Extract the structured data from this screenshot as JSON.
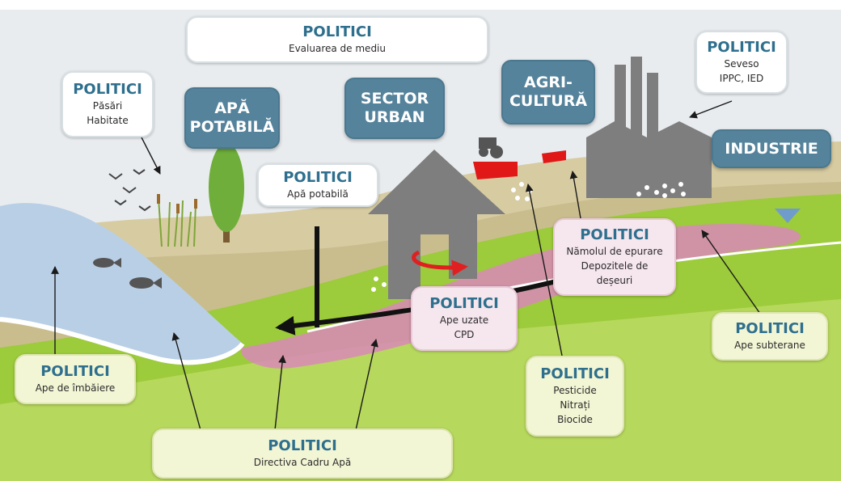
{
  "colors": {
    "sky": "#e9ecef",
    "soil": "#d7cba1",
    "grass": "#9ccb3b",
    "water": "#b9cfe6",
    "groundwater": "#d98ab8",
    "sector_box": "#55839b",
    "policy_title": "#2e6f8e",
    "building": "#7e7e7e"
  },
  "sectors": {
    "drinking_water": "APĂ POTABILĂ",
    "urban": "SECTOR URBAN",
    "agriculture": "AGRI-CULTURĂ",
    "industry": "INDUSTRIE"
  },
  "policies": {
    "environment": {
      "title": "POLITICI",
      "lines": [
        "Evaluarea de mediu"
      ]
    },
    "birds": {
      "title": "POLITICI",
      "lines": [
        "Păsări",
        "Habitate"
      ]
    },
    "industry": {
      "title": "POLITICI",
      "lines": [
        "Seveso",
        "IPPC, IED"
      ]
    },
    "drinking": {
      "title": "POLITICI",
      "lines": [
        "Apă potabilă"
      ]
    },
    "sludge": {
      "title": "POLITICI",
      "lines": [
        "Nămolul de epurare",
        "Depozitele de",
        "deșeuri"
      ]
    },
    "wastewater": {
      "title": "POLITICI",
      "lines": [
        "Ape uzate",
        "CPD"
      ]
    },
    "groundwater": {
      "title": "POLITICI",
      "lines": [
        "Ape subterane"
      ]
    },
    "bathing": {
      "title": "POLITICI",
      "lines": [
        "Ape de îmbăiere"
      ]
    },
    "pesticides": {
      "title": "POLITICI",
      "lines": [
        "Pesticide",
        "Nitrați",
        "Biocide"
      ]
    },
    "wfd": {
      "title": "POLITICI",
      "lines": [
        "Directiva Cadru Apă"
      ]
    }
  }
}
